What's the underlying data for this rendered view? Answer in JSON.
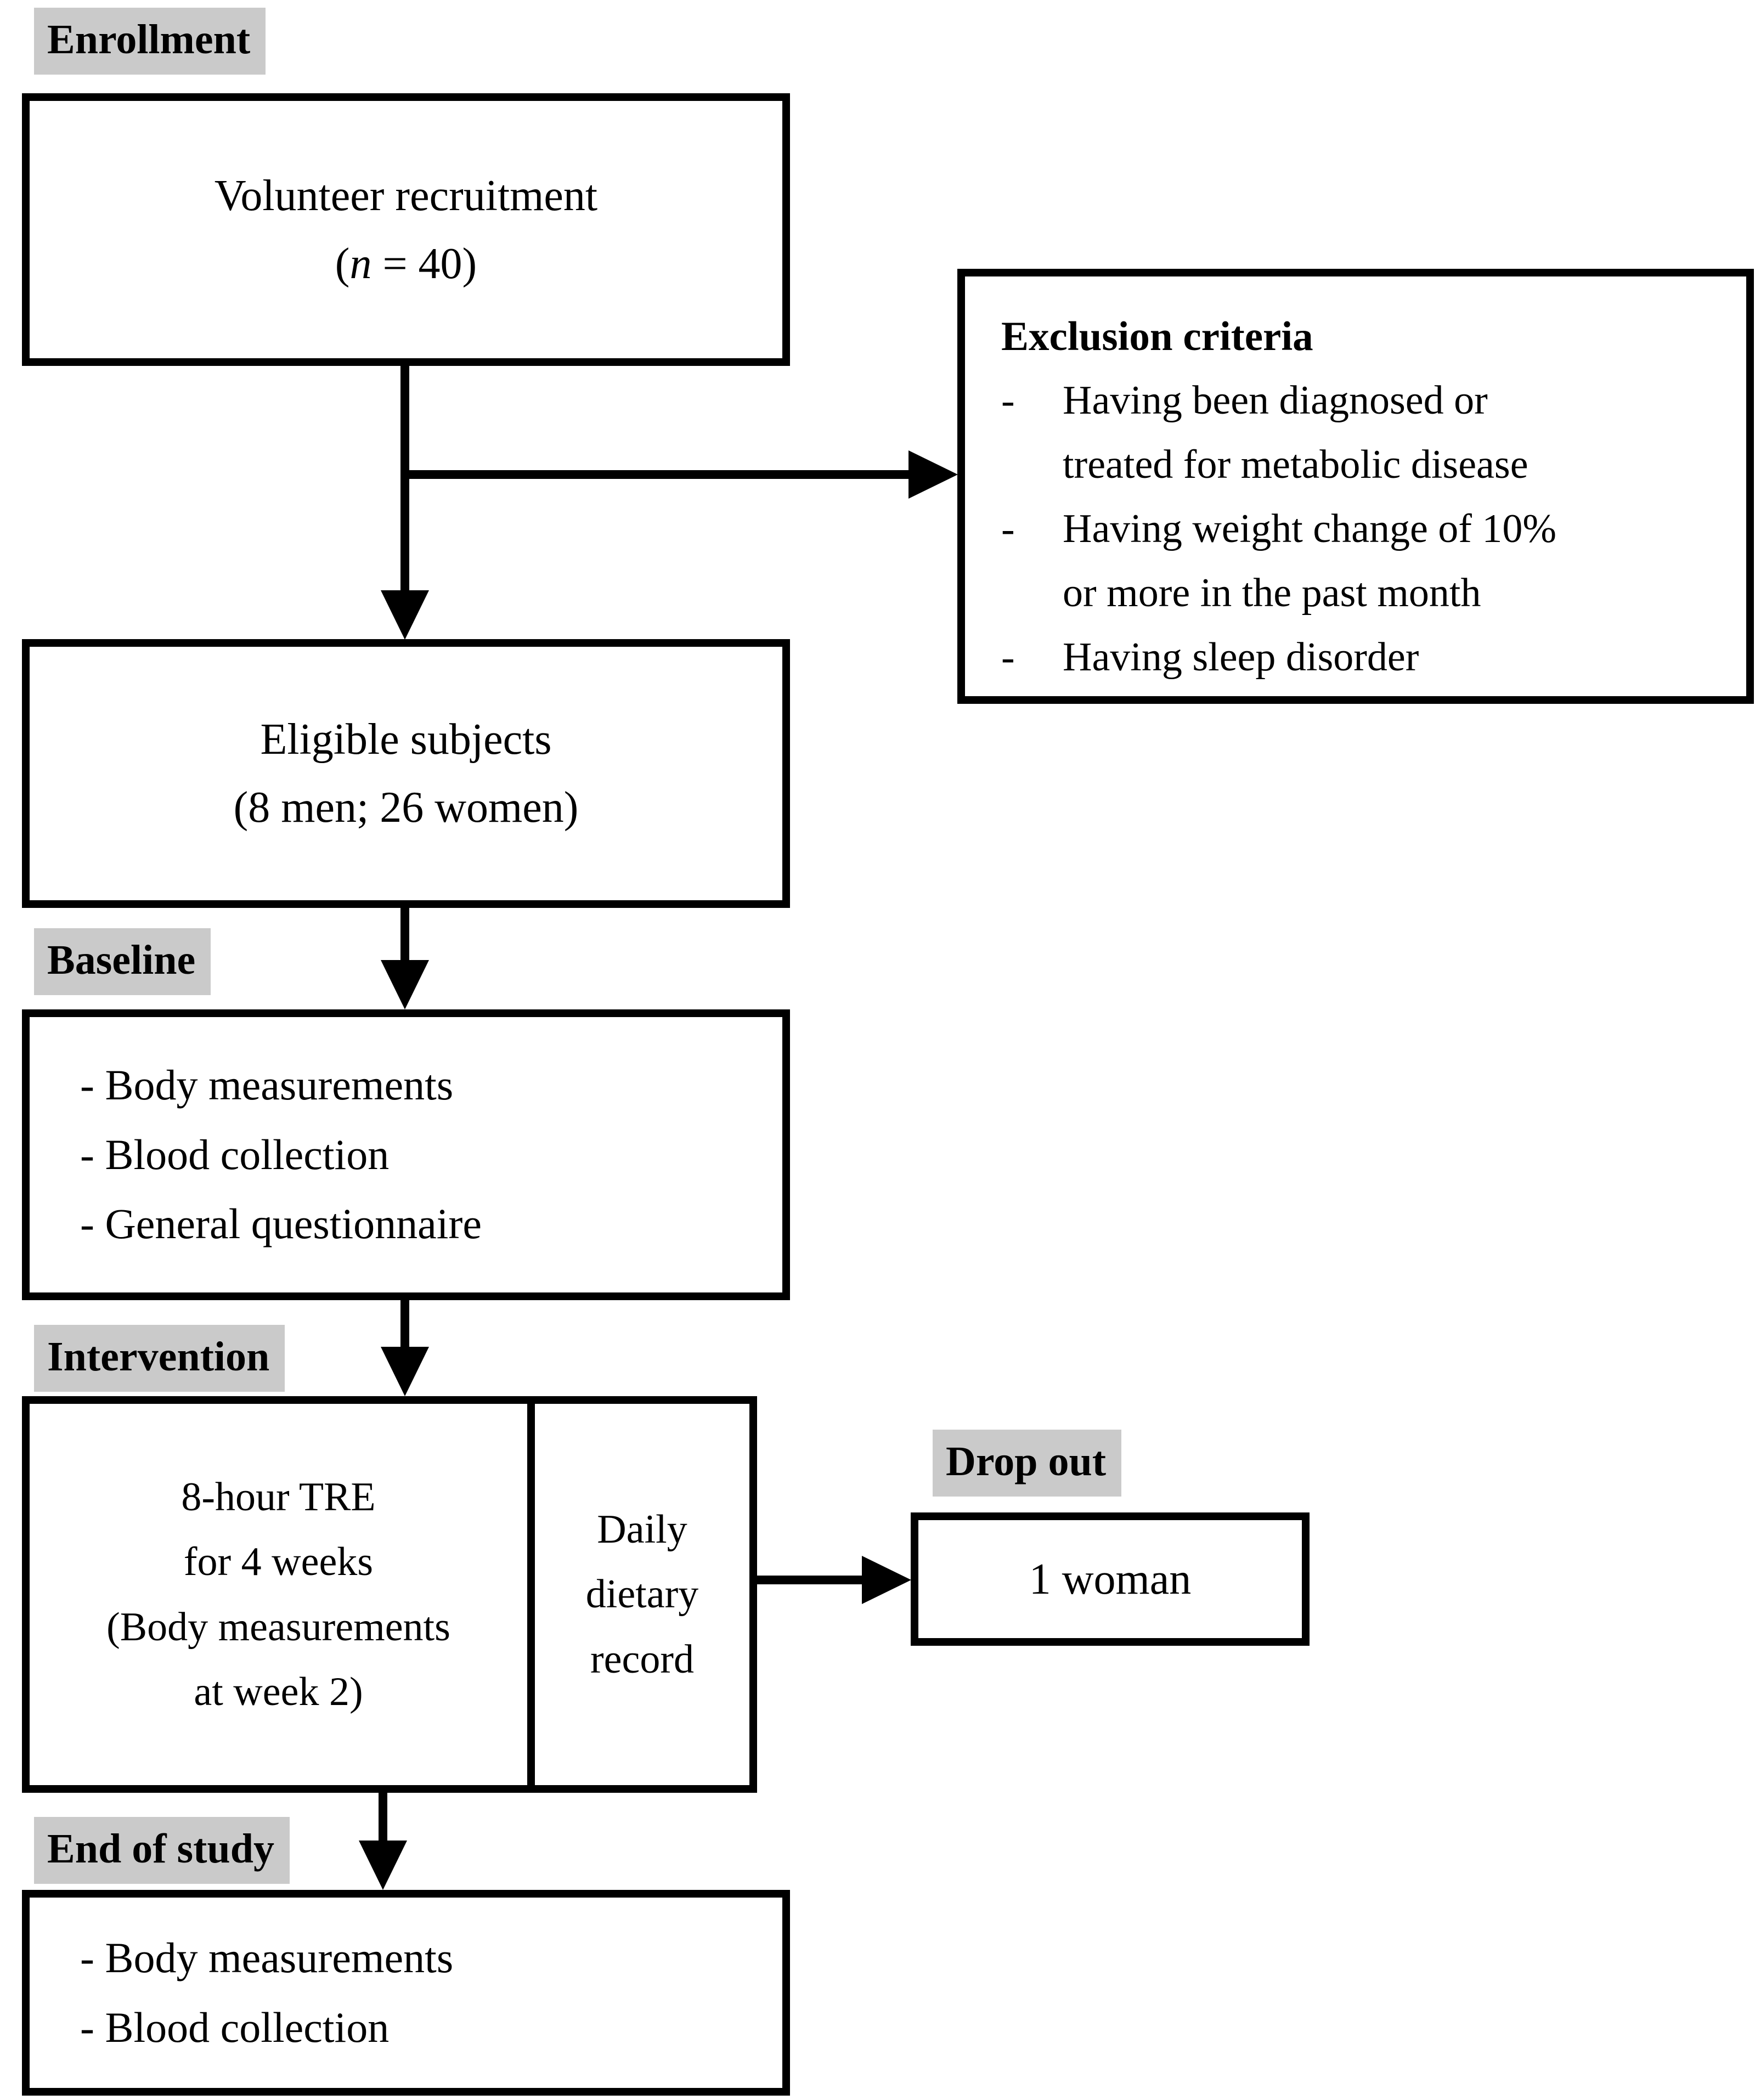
{
  "labels": {
    "enrollment": "Enrollment",
    "baseline": "Baseline",
    "intervention": "Intervention",
    "drop_out": "Drop out",
    "end_of_study": "End of study"
  },
  "boxes": {
    "volunteer": {
      "line1": "Volunteer recruitment",
      "paren_open": "(",
      "n_italic": "n",
      "paren_rest": " = 40)"
    },
    "exclusion": {
      "title": "Exclusion criteria",
      "bullet": "-",
      "items": [
        [
          "Having been diagnosed or",
          "treated for metabolic disease"
        ],
        [
          "Having weight change of 10%",
          "or more in the past month"
        ],
        [
          "Having sleep disorder"
        ]
      ]
    },
    "eligible": {
      "line1": "Eligible subjects",
      "line2": "(8 men; 26 women)"
    },
    "baseline": {
      "items": [
        "- Body measurements",
        "- Blood collection",
        "- General questionnaire"
      ]
    },
    "intervention": {
      "tre_lines": [
        "8-hour TRE",
        "for 4 weeks",
        "(Body measurements",
        "at week 2)"
      ],
      "diary_lines": [
        "Daily",
        "dietary",
        "record"
      ]
    },
    "drop_out": {
      "text": "1 woman"
    },
    "end_of_study": {
      "items": [
        "- Body measurements",
        "- Blood collection"
      ]
    }
  },
  "colors": {
    "background": "#ffffff",
    "text": "#000000",
    "label_bg": "#cacaca",
    "line": "#000000",
    "box_border": "#000000"
  }
}
